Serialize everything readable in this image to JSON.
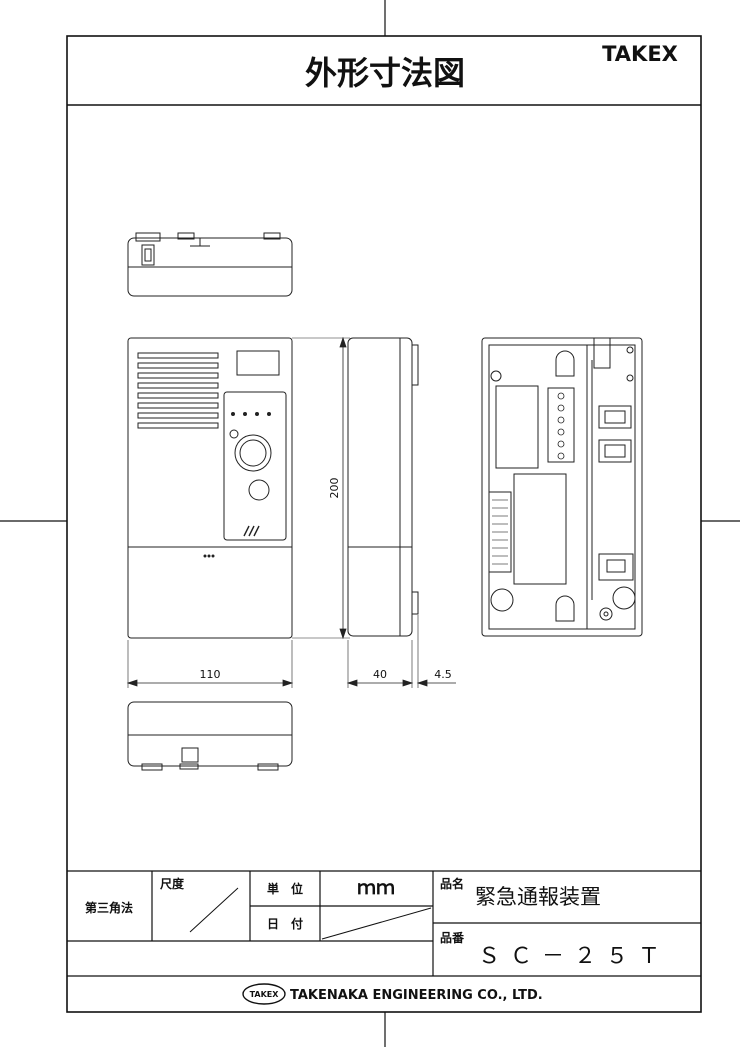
{
  "title": "外形寸法図",
  "brand": "TAKEX",
  "dimensions": {
    "height": "200",
    "width": "110",
    "depth": "40",
    "protrusion": "4.5"
  },
  "title_block": {
    "projection": "第三角法",
    "scale_label": "尺度",
    "unit_label": "単　位",
    "unit_value": "ｍｍ",
    "date_label": "日　付",
    "product_name_label": "品名",
    "product_name": "緊急通報装置",
    "product_number_label": "品番",
    "product_number": "ＳＣ－２５Ｔ"
  },
  "company": {
    "logo_text": "TAKEX",
    "name": "TAKENAKA ENGINEERING CO., LTD."
  }
}
